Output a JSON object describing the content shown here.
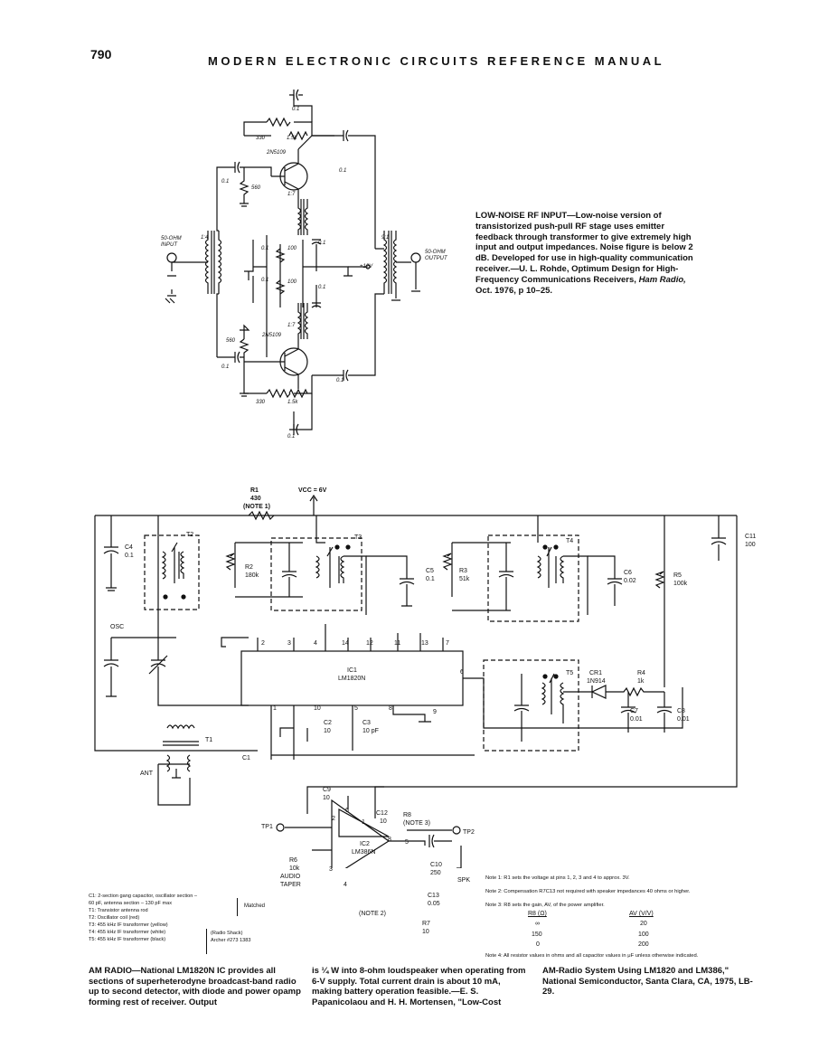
{
  "page": {
    "number": "790",
    "header": "MODERN ELECTRONIC CIRCUITS REFERENCE MANUAL"
  },
  "circuit1": {
    "labels": {
      "cap_top": "0.1",
      "r330_top": "330",
      "r1_5k_top": "1.5k",
      "q_top": "2N5109",
      "cap_q1_left": "0.1",
      "cap_q1_right": "0.1",
      "r560_top": "560",
      "ratio_1_7_top": "1:7",
      "input": "50-OHM INPUT",
      "ratio_1_4": "1:4",
      "cap_mid1": "0.1",
      "r100_1": "100",
      "cap_mid2": "0.1",
      "cap_mid3": "0.1",
      "r100_2": "100",
      "cap_mid4": "0.1",
      "vplus": "+12V",
      "ratio_9_1": "9:1",
      "output": "50-OHM OUTPUT",
      "ratio_1_7_bot": "1:7",
      "r560_bot": "560",
      "q_bot": "2N5109",
      "cap_q2_left": "0.1",
      "cap_q2_right": "0.1",
      "r330_bot": "330",
      "r1_5k_bot": "1.5k",
      "cap_bot": "0.1"
    },
    "caption": {
      "title": "LOW-NOISE RF INPUT",
      "body": "—Low-noise version of transistorized push-pull RF stage uses emitter feedback through transformer to give extremely high input and output impedances. Noise figure is below 2 dB. Developed for use in high-quality communication receiver.—U. L. Rohde, Optimum Design for High-Frequency Communications Receivers, ",
      "source": "Ham Radio,",
      "tail": " Oct. 1976, p 10–25."
    }
  },
  "circuit2": {
    "labels": {
      "r1": "R1",
      "r1_val": "430",
      "r1_note": "(NOTE 1)",
      "vcc": "VCC = 6V",
      "c4": "C4",
      "c4_val": "0.1",
      "t2": "T2",
      "t3": "T3",
      "t4": "T4",
      "t5": "T5",
      "r2": "R2",
      "r2_val": "180k",
      "c5": "C5",
      "c5_val": "0.1",
      "r3": "R3",
      "r3_val": "51k",
      "c6": "C6",
      "c6_val": "0.02",
      "r5": "R5",
      "r5_val": "100k",
      "c11": "C11",
      "c11_val": "100",
      "osc": "OSC",
      "ic1": "IC1",
      "ic1_part": "LM1820N",
      "cr1": "CR1",
      "cr1_part": "1N914",
      "r4": "R4",
      "r4_val": "1k",
      "c7": "C7",
      "c7_val": "0.01",
      "c8": "C8",
      "c8_val": "0.01",
      "c2": "C2",
      "c2_val": "10",
      "c3": "C3",
      "c3_val": "10 pF",
      "t1": "T1",
      "c1": "C1",
      "ant": "ANT",
      "c9": "C9",
      "c9_val": "10",
      "c12": "C12",
      "c12_val": "10",
      "r8": "R8",
      "r8_note": "(NOTE 3)",
      "tp1": "TP1",
      "tp2": "TP2",
      "ic2": "IC2",
      "ic2_part": "LM386N",
      "r6": "R6",
      "r6_val": "10k",
      "r6_desc1": "AUDIO",
      "r6_desc2": "TAPER",
      "c10": "C10",
      "c10_val": "250",
      "spk": "SPK",
      "c13": "C13",
      "c13_val": "0.05",
      "r7": "R7",
      "r7_val": "10",
      "note2": "(NOTE 2)",
      "pins": [
        "2",
        "3",
        "4",
        "14",
        "12",
        "11",
        "13",
        "7",
        "6",
        "1",
        "10",
        "5",
        "8",
        "9"
      ],
      "ic2_pins": [
        "6",
        "2",
        "3",
        "4",
        "8",
        "1",
        "5"
      ]
    },
    "notes": [
      "Note 1: R1 sets the voltage at pins 1, 2, 3 and 4 to approx. 3V.",
      "Note 2: Compensation R7C13 not required with speaker impedances 40 ohms or higher.",
      "Note 3: R8 sets the gain, AV, of the power amplifier.",
      "Note 4: All resistor values in ohms and all capacitor values in μF unless otherwise indicated."
    ],
    "gain_table": {
      "headers": [
        "R8 (Ω)",
        "AV (V/V)"
      ],
      "rows": [
        [
          "∞",
          "20"
        ],
        [
          "150",
          "100"
        ],
        [
          "0",
          "200"
        ]
      ]
    },
    "parts_list": [
      "C1: 2-section gang capacitor, oscillator section –",
      "   60 pF, antenna section – 130 pF max",
      "T1: Transistor antenna rod",
      "T2: Oscillator coil (red)",
      "T3: 455 kHz IF transformer (yellow)",
      "T4: 455 kHz IF transformer (white)",
      "T5: 455 kHz IF transformer (black)"
    ],
    "parts_notes": {
      "matched": "Matched",
      "radio_shack": "(Radio Shack)",
      "archer": "Archer #273 1383"
    },
    "caption": {
      "col1": "AM RADIO—National LM1820N IC provides all sections of superheterodyne broadcast-band radio up to second detector, with diode and power opamp forming rest of receiver. Output",
      "col2": "is ¼ W into 8-ohm loudspeaker when operating from 6-V supply. Total current drain is about 10 mA, making battery operation feasible.—E. S. Papanicolaou and H. H. Mortensen, \"Low-Cost",
      "col3": "AM-Radio System Using LM1820 and LM386,\" National Semiconductor, Santa Clara, CA, 1975, LB-29."
    }
  }
}
